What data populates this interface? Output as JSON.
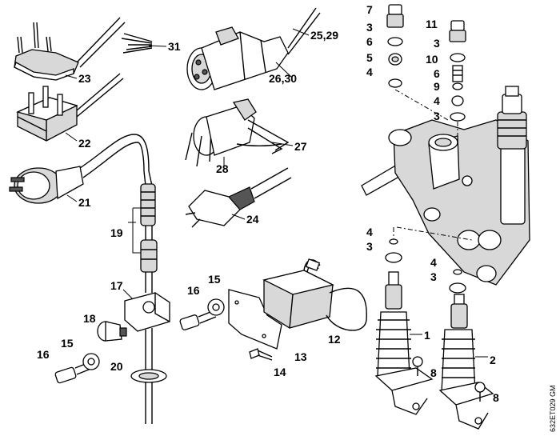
{
  "callouts": {
    "c23": "23",
    "c22": "22",
    "c21": "21",
    "c31": "31",
    "c25_29": "25,29",
    "c26_30": "26,30",
    "c27": "27",
    "c28": "28",
    "c24": "24",
    "c19": "19",
    "c17": "17",
    "c18": "18",
    "c15a": "15",
    "c16a": "16",
    "c15b": "15",
    "c16b": "16",
    "c20": "20",
    "c12": "12",
    "c13": "13",
    "c14": "14",
    "c7": "7",
    "c3a": "3",
    "c6a": "6",
    "c5": "5",
    "c4a": "4",
    "c11": "11",
    "c3b": "3",
    "c10": "10",
    "c6b": "6",
    "c9": "9",
    "c4b": "4",
    "c3c": "3",
    "c4c": "4",
    "c3d": "3",
    "c4d": "4",
    "c3e": "3",
    "c1": "1",
    "c2": "2",
    "c8a": "8",
    "c8b": "8"
  },
  "drawing_reference": "632ET029 GM"
}
